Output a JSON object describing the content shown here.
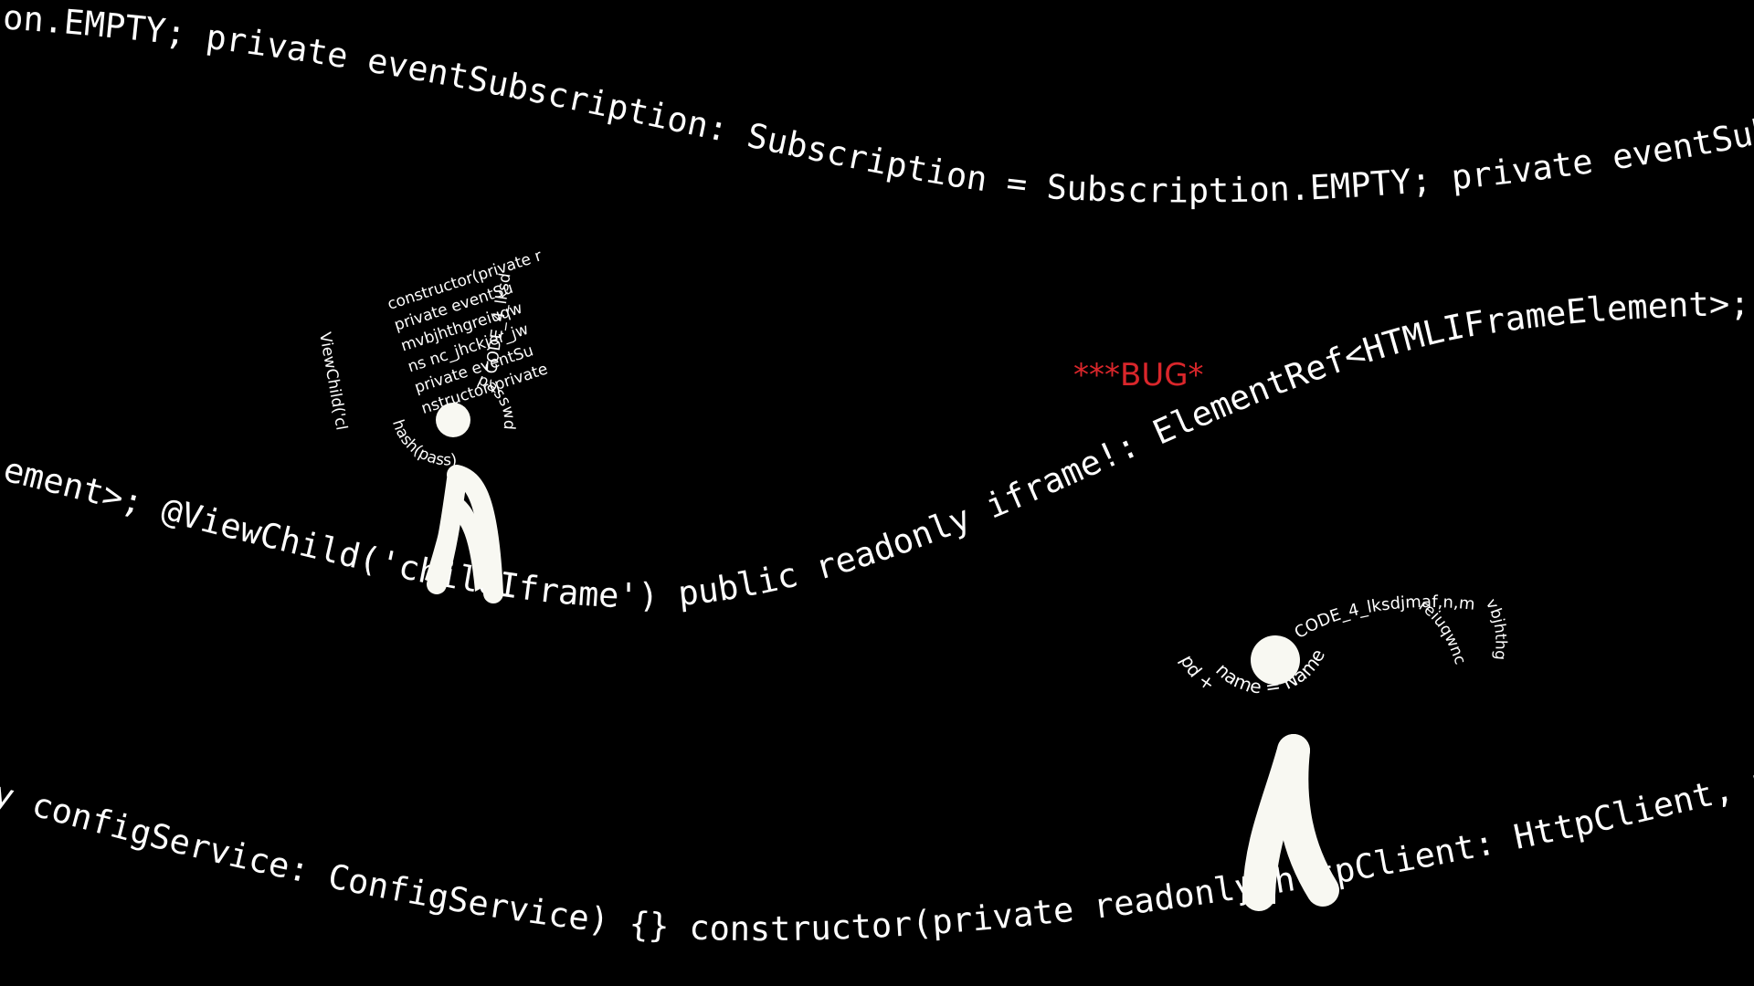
{
  "code_lines": {
    "top": "ion.EMPTY; private eventSubscription: Subscription = Subscription.EMPTY; private eventSub",
    "middle": "lement>; @ViewChild('childIframe') public readonly iframe!: ElementRef<HTMLIFrameElement>;",
    "bottom": "y configService: ConfigService) {} constructor(private readonly httpClient: HttpClient, p"
  },
  "bug_label": "***BUG*",
  "figure_left": {
    "lines": [
      "constructor(private r",
      "private eventSu",
      "mvbjhthgreiuqw",
      "ns nc_jhckjer_jw",
      "private eventSu",
      "nstructor(private"
    ],
    "side_left": "ViewChild('cl",
    "side_right": "CODE_4_lksd",
    "arc": "hash(pass)",
    "arc_right": "passwd"
  },
  "figure_right": {
    "head_arc": "name = Name",
    "head_arc2": "pd + ",
    "arm": "CODE_4_lksdjmaf,n,m",
    "arm_down": "reiuqwnc",
    "arm_tip": "vbjhthg"
  },
  "colors": {
    "background": "#000000",
    "text": "#ffffff",
    "figure": "#f8f8f2",
    "bug": "#d9262b"
  }
}
